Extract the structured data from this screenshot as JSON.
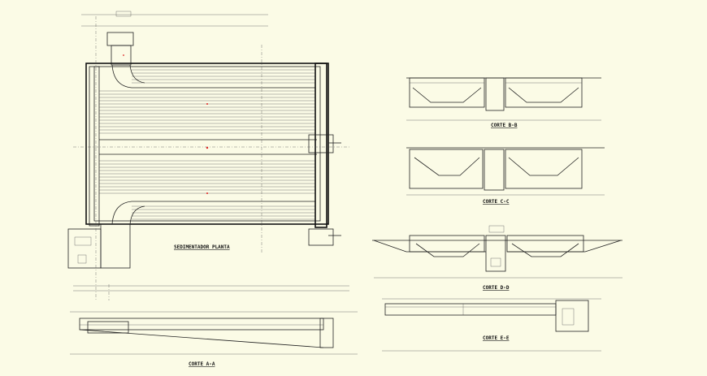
{
  "drawing": {
    "plan_title": "SEDIMENTADOR PLANTA",
    "sections": {
      "bb": "CORTE B-B",
      "cc": "CORTE C-C",
      "dd": "CORTE D-D",
      "ee": "CORTE E-E",
      "aa": "CORTE A-A"
    }
  }
}
